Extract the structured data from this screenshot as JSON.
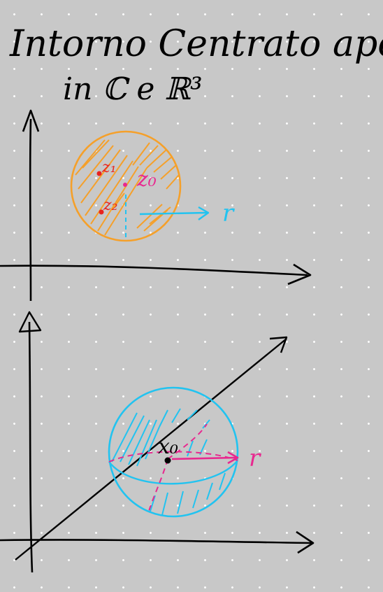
{
  "note": {
    "title_line1": "Intorno Centrato aperto",
    "title_line2": "in ℂ e ℝ³"
  },
  "disc": {
    "center_label": "z₀",
    "point_label_1": "z₁",
    "point_label_2": "z₂",
    "radius_label": "r"
  },
  "ball": {
    "center_label": "x₀",
    "radius_label": "r"
  },
  "colors": {
    "ink": "#000000",
    "orange": "#f5a02a",
    "red": "#e8231f",
    "magenta": "#e8288f",
    "cyan": "#22c3f0"
  }
}
